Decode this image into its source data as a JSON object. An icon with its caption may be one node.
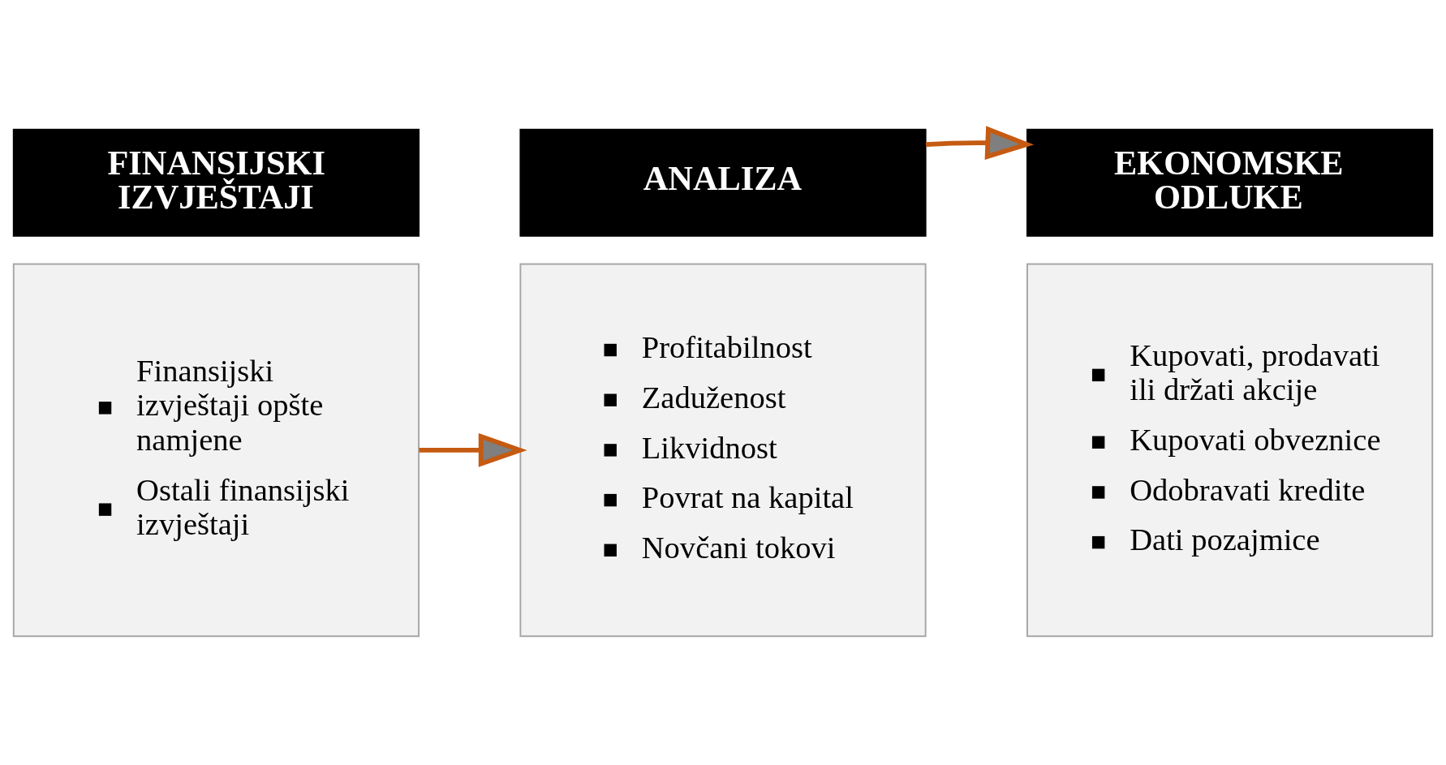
{
  "diagram": {
    "nodes": [
      {
        "text": [
          "FINANSIJSKI IZVJEŠTAJI"
        ]
      },
      {
        "text": [
          "ANALIZA"
        ]
      },
      {
        "text": [
          "EKONOMSKE ODLUKE"
        ]
      },
      {
        "text": [
          "Finansijski izvještaji opšte namjene",
          "Ostali finansijski izvještaji"
        ]
      },
      {
        "text": [
          "Profitabilnost",
          "Zaduženost",
          "Likvidnost",
          "Povrat na kapital",
          "Novčani tokovi"
        ]
      },
      {
        "text": [
          "Kupovati, prodavati ili držati akcije",
          "Kupovati obveznice",
          "Odobravati kredite",
          "Dati pozajmice"
        ]
      }
    ],
    "edges": [
      {
        "from": 3,
        "to": 4,
        "arrow": "to"
      },
      {
        "from": 1,
        "to": 2,
        "arrow": "to"
      }
    ]
  }
}
